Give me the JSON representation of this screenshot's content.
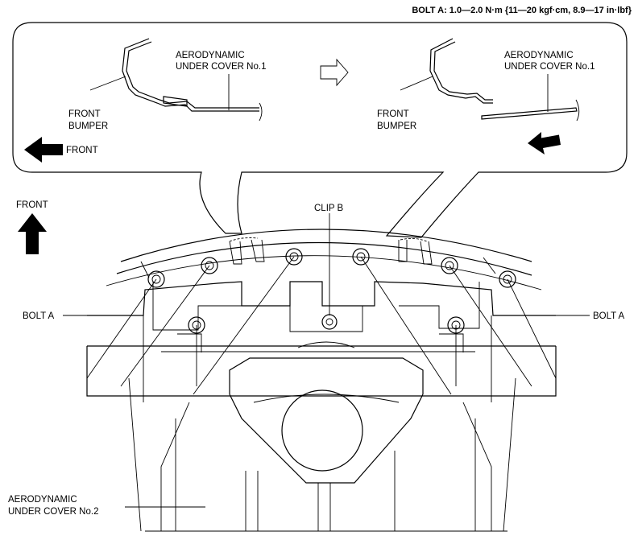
{
  "header": {
    "torque_spec": "BOLT A: 1.0—2.0 N·m {11—20 kgf·cm, 8.9—17 in·lbf}"
  },
  "detail": {
    "left": {
      "cover_label_line1": "AERODYNAMIC",
      "cover_label_line2": "UNDER COVER No.1",
      "bumper_label_line1": "FRONT",
      "bumper_label_line2": "BUMPER",
      "front_label": "FRONT"
    },
    "right": {
      "cover_label_line1": "AERODYNAMIC",
      "cover_label_line2": "UNDER COVER No.1",
      "bumper_label_line1": "FRONT",
      "bumper_label_line2": "BUMPER"
    }
  },
  "main": {
    "front_label": "FRONT",
    "clip_label": "CLIP B",
    "bolt_label_left": "BOLT A",
    "bolt_label_right": "BOLT A",
    "cover2_label_line1": "AERODYNAMIC",
    "cover2_label_line2": "UNDER COVER No.2"
  }
}
